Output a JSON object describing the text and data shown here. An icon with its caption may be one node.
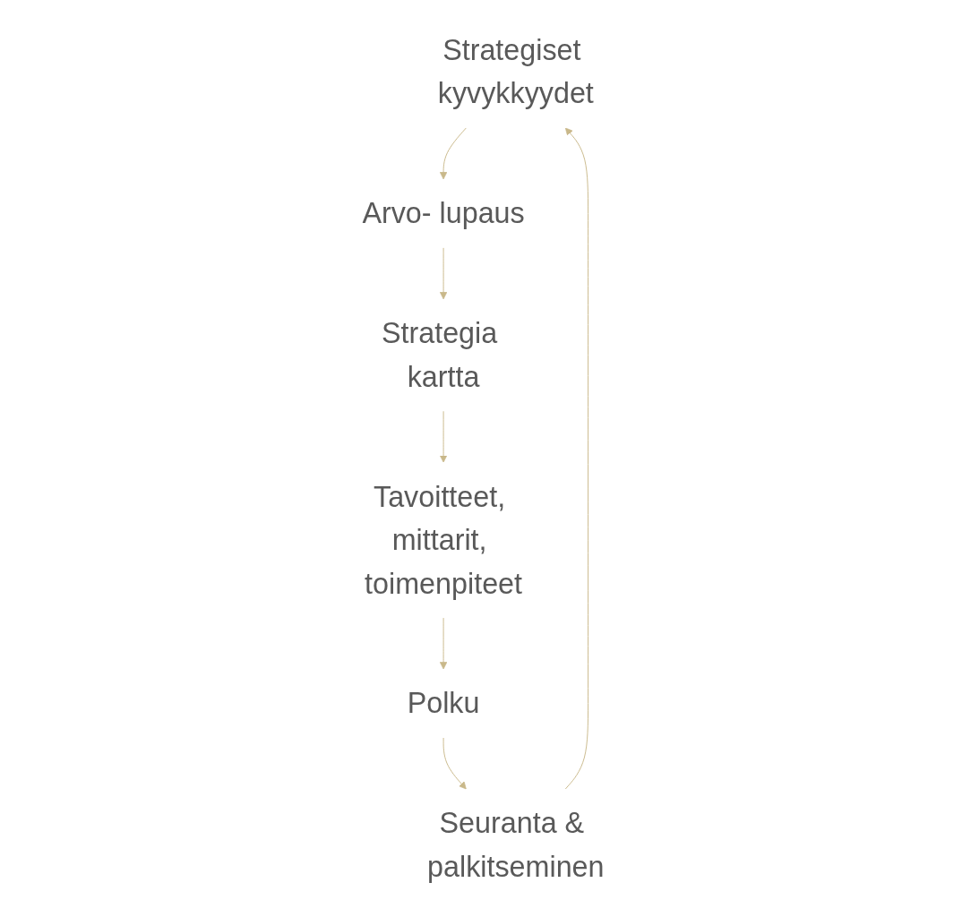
{
  "diagram": {
    "nodes": [
      {
        "text": [
          "Strategiset kyvykkyydet"
        ]
      },
      {
        "text": [
          "Arvo- lupaus"
        ]
      },
      {
        "text": [
          "Strategia kartta"
        ]
      },
      {
        "text": [
          "Tavoitteet, mittarit, toimenpiteet"
        ]
      },
      {
        "text": [
          "Polku"
        ]
      },
      {
        "text": [
          "Seuranta & palkitseminen"
        ]
      }
    ],
    "edges": [
      {
        "from": 0,
        "to": 1,
        "arrow": "to"
      },
      {
        "from": 1,
        "to": 2,
        "arrow": "to"
      },
      {
        "from": 2,
        "to": 3,
        "arrow": "to"
      },
      {
        "from": 3,
        "to": 4,
        "arrow": "to"
      },
      {
        "from": 4,
        "to": 5,
        "arrow": "to"
      },
      {
        "from": 5,
        "to": 0,
        "arrow": "to"
      }
    ]
  }
}
